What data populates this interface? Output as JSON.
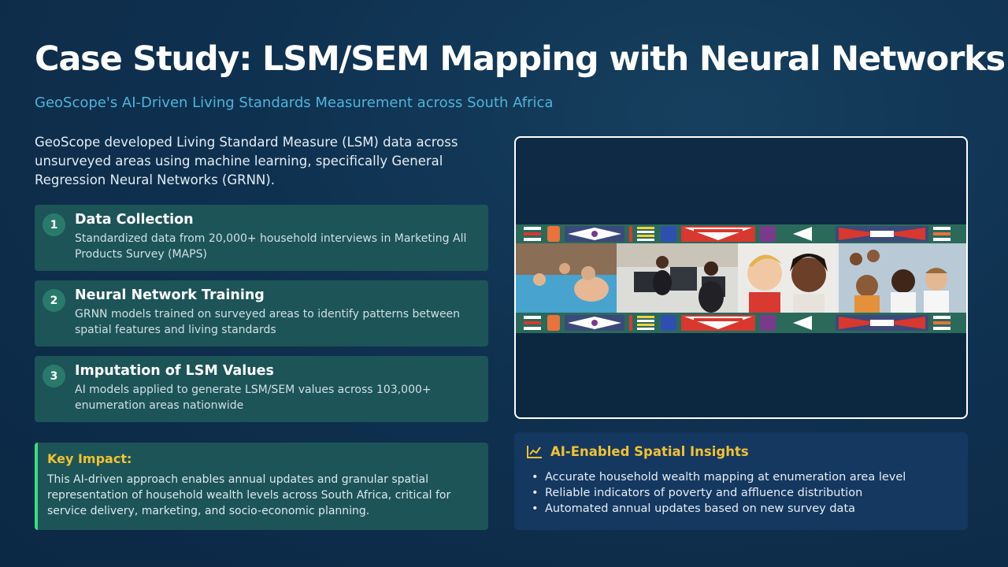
{
  "header": {
    "title": "Case Study: LSM/SEM Mapping with Neural Networks",
    "subtitle": "GeoScope's AI-Driven Living Standards Measurement across South Africa"
  },
  "intro": "GeoScope developed Living Standard Measure (LSM) data across unsurveyed areas using machine learning, specifically General Regression Neural Networks (GRNN).",
  "steps": [
    {
      "number": "1",
      "title": "Data Collection",
      "text": "Standardized data from 20,000+ household interviews in Marketing All Products Survey (MAPS)"
    },
    {
      "number": "2",
      "title": "Neural Network Training",
      "text": "GRNN models trained on surveyed areas to identify patterns between spatial features and living standards"
    },
    {
      "number": "3",
      "title": "Imputation of LSM Values",
      "text": "AI models applied to generate LSM/SEM values across 103,000+ enumeration areas nationwide"
    }
  ],
  "impact": {
    "title": "Key Impact:",
    "text": "This AI-driven approach enables annual updates and granular spatial representation of household wealth levels across South Africa, critical for service delivery, marketing, and socio-economic planning."
  },
  "insights": {
    "icon": "line-chart-icon",
    "title": "AI-Enabled Spatial Insights",
    "items": [
      "Accurate household wealth mapping at enumeration area level",
      "Reliable indicators of poverty and affluence distribution",
      "Automated annual updates based on new survey data"
    ]
  },
  "colors": {
    "accent_yellow": "#f2c232",
    "accent_cyan": "#4fb3d9",
    "accent_green": "#3ddc84",
    "card_teal": "#1d5457",
    "card_navy": "#153860"
  }
}
